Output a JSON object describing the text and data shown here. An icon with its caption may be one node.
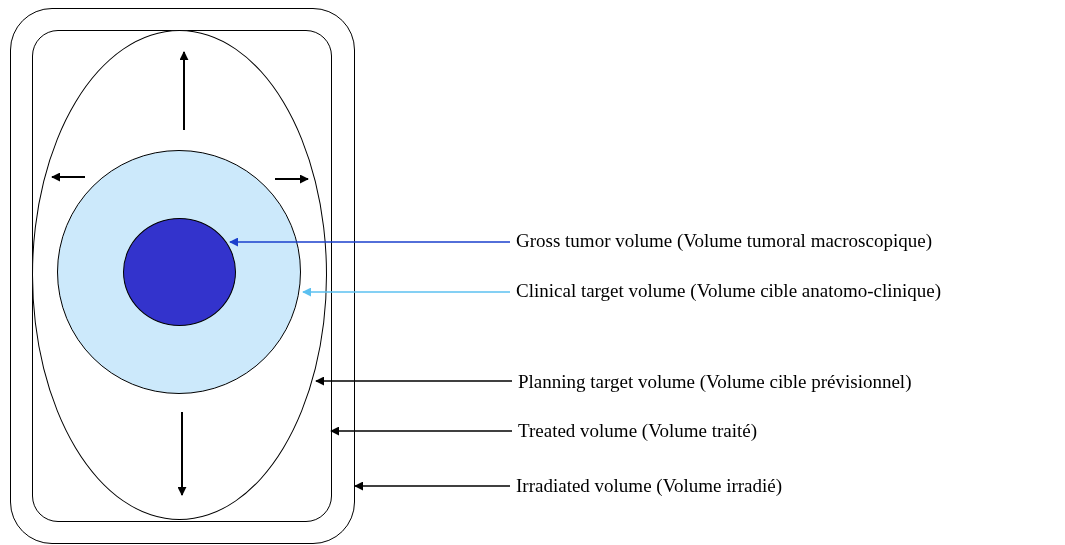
{
  "diagram": {
    "nodes": [
      {
        "text": [],
        "shape": "box"
      },
      {
        "text": [],
        "shape": "box",
        "in": 0
      },
      {
        "text": [],
        "shape": "ellipse",
        "in": 1
      },
      {
        "text": [],
        "shape": "circle",
        "in": 2
      },
      {
        "text": [],
        "shape": "circle",
        "in": 3
      },
      {
        "text": [
          "Gross tumor volume (Volume tumoral macroscopique)"
        ]
      },
      {
        "text": [
          "Clinical target volume (Volume cible anatomo-clinique)"
        ]
      },
      {
        "text": [
          "Planning target volume (Volume cible prévisionnel)"
        ]
      },
      {
        "text": [
          "Treated volume (Volume traité)"
        ]
      },
      {
        "text": [
          "Irradiated volume (Volume irradié)"
        ]
      }
    ],
    "edges": [
      {
        "from": 5,
        "to": 4,
        "arrow": "to",
        "color": "#1a3fcc"
      },
      {
        "from": 6,
        "to": 3,
        "arrow": "to",
        "color": "#5bc0f0"
      },
      {
        "from": 7,
        "to": 2,
        "arrow": "to"
      },
      {
        "from": 8,
        "to": 1,
        "arrow": "to"
      },
      {
        "from": 9,
        "to": 0,
        "arrow": "to"
      }
    ]
  }
}
